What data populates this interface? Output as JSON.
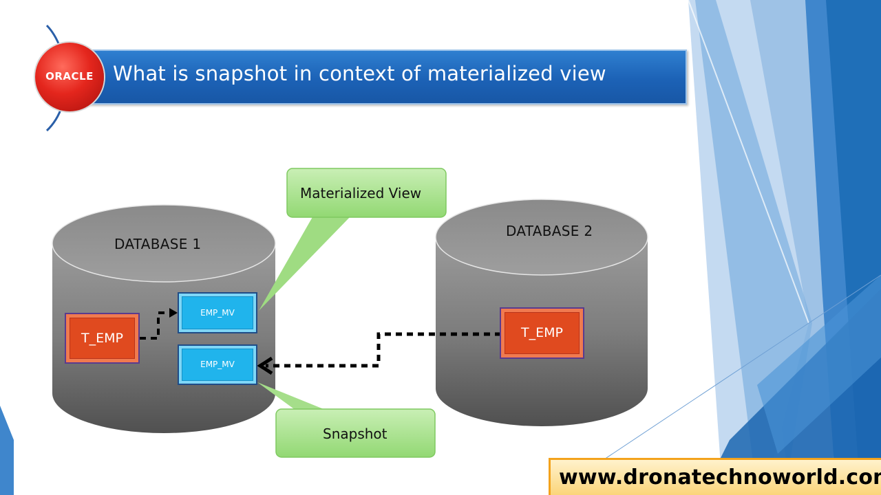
{
  "slide": {
    "title": "What is snapshot in context of materialized view",
    "logo_text": "ORACLE",
    "website": "www.dronatechnoworld.com"
  },
  "diagram": {
    "database1": {
      "label": "DATABASE 1",
      "tables": [
        "T_EMP",
        "EMP_MV",
        "EMP_MV"
      ]
    },
    "database2": {
      "label": "DATABASE 2",
      "tables": [
        "T_EMP"
      ]
    },
    "callouts": {
      "materialized_view": "Materialized View",
      "snapshot": "Snapshot"
    }
  },
  "colors": {
    "title_bar": "#1c62b6",
    "cylinder": "#8a8a8a",
    "table_red": "#e04a1f",
    "table_blue": "#20b4ec",
    "callout_green": "#a8e08e",
    "footer_orange": "#f3a21c"
  }
}
